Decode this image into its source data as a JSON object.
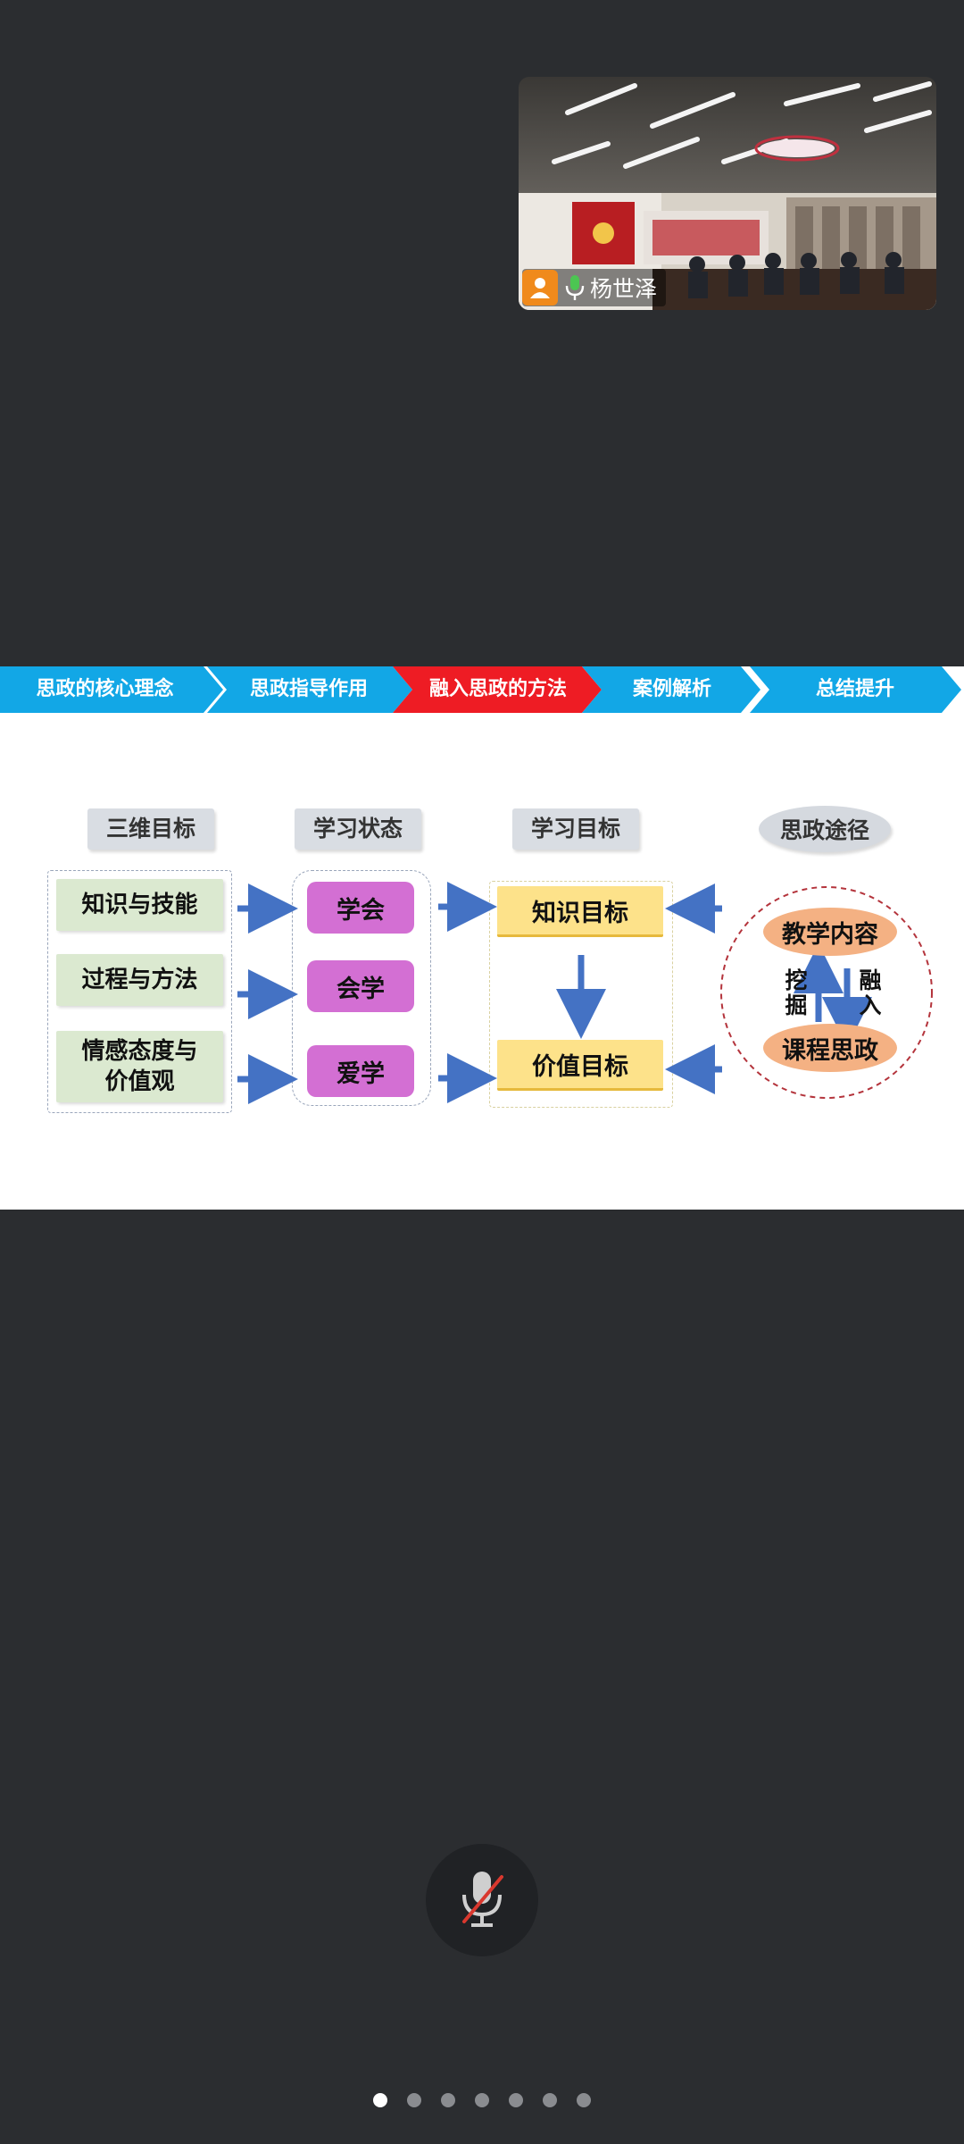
{
  "participant": {
    "name": "杨世泽"
  },
  "slide": {
    "tabs": [
      {
        "label": "思政的核心理念",
        "active": false
      },
      {
        "label": "思政指导作用",
        "active": false
      },
      {
        "label": "融入思政的方法",
        "active": true
      },
      {
        "label": "案例解析",
        "active": false
      },
      {
        "label": "总结提升",
        "active": false
      }
    ],
    "tab_color": "#12a7e6",
    "tab_active_color": "#ee1c24",
    "columns": {
      "three_dim": {
        "header": "三维目标",
        "items": [
          "知识与技能",
          "过程与方法",
          "情感态度与价值观"
        ]
      },
      "study_state": {
        "header": "学习状态",
        "items": [
          "学会",
          "会学",
          "爱学"
        ]
      },
      "study_goal": {
        "header": "学习目标",
        "items": [
          "知识目标",
          "价值目标"
        ]
      },
      "path": {
        "header": "思政途径",
        "top": "教学内容",
        "bottom": "课程思政",
        "left_label": "挖掘",
        "right_label": "融入"
      }
    }
  },
  "controls": {
    "mic_state": "muted",
    "mic_icon": "mic-muted-icon",
    "page_count": 7,
    "current_page": 1
  }
}
